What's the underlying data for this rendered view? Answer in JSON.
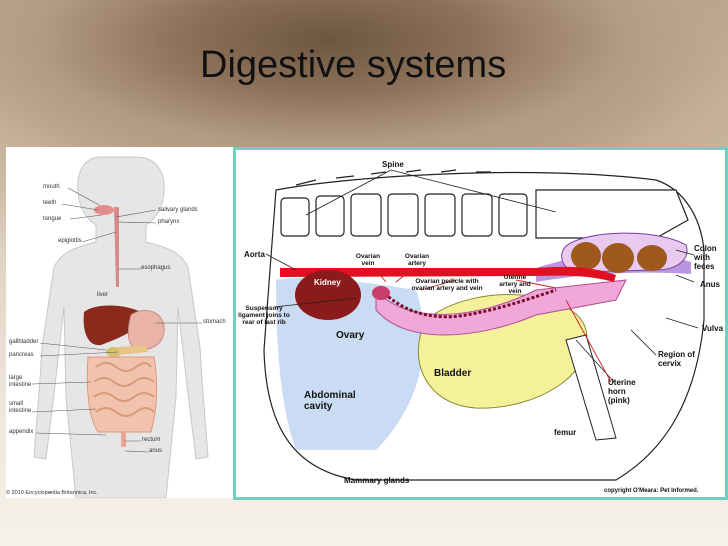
{
  "slide": {
    "title": "Digestive systems"
  },
  "human_diagram": {
    "labels": {
      "mouth": "mouth",
      "teeth": "teeth",
      "tongue": "tongue",
      "epiglottis": "epiglottis",
      "salivary_glands": "salivary glands",
      "pharynx": "pharynx",
      "esophagus": "esophagus",
      "liver": "liver",
      "stomach": "stomach",
      "gallbladder": "gallbladder",
      "pancreas": "pancreas",
      "large_intestine": "large intestine",
      "small_intestine": "small intestine",
      "appendix": "appendix",
      "rectum": "rectum",
      "anus": "anus"
    },
    "copyright": "© 2010 Encyclopædia Britannica, Inc."
  },
  "animal_diagram": {
    "labels": {
      "spine": "Spine",
      "aorta": "Aorta",
      "kidney": "Kidney",
      "ovarian_vein": "Ovarian vein",
      "ovarian_artery": "Ovarian artery",
      "ovarian_pedicle": "Ovarian pedicle with ovarian artery and vein",
      "uterine_artery_vein": "Uterine artery and vein",
      "colon": "Colon with feces",
      "anus": "Anus",
      "vulva": "Vulva",
      "suspensory_ligament": "Suspensory ligament joins to rear of last rib",
      "ovary": "Ovary",
      "bladder": "Bladder",
      "region_of_cervix": "Region of cervix",
      "uterine_horn": "Uterine horn (pink)",
      "abdominal_cavity": "Abdominal cavity",
      "femur": "femur",
      "mammary_glands": "Mammary glands"
    },
    "copyright": "copyright O'Meara: Pet Informed."
  },
  "colors": {
    "panel_border": "#6fd0c3",
    "aorta": "#e01020",
    "kidney": "#8b1a1a",
    "bladder": "#f5f09a",
    "uterine_horn": "#f0a8d8",
    "colon": "#a0591c",
    "cavity": "#c9dcf3"
  }
}
